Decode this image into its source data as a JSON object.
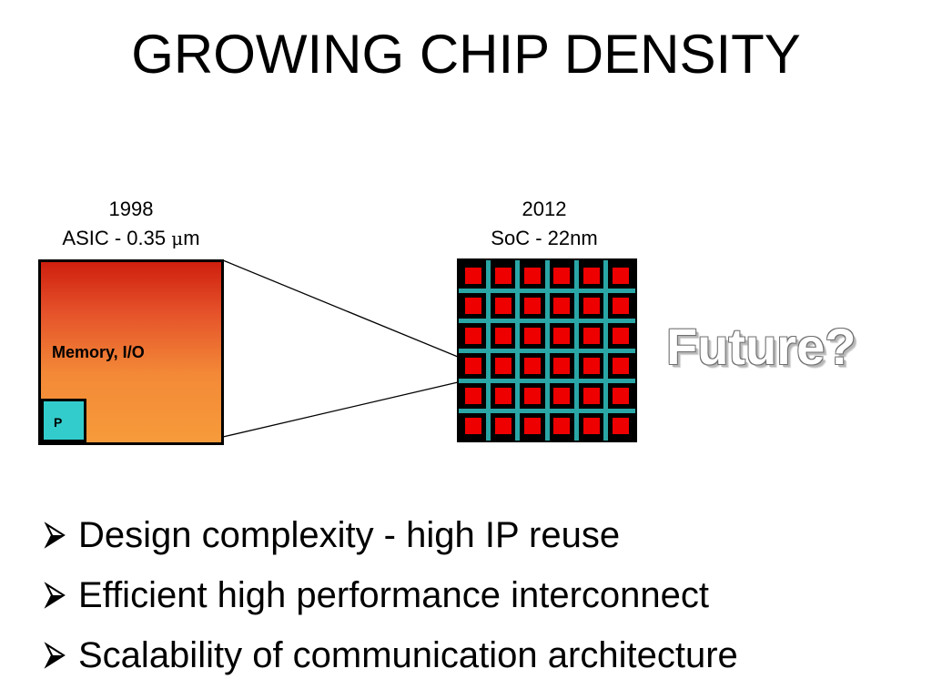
{
  "title": "GROWING CHIP DENSITY",
  "chips": {
    "asic": {
      "year": "1998",
      "process_prefix": "ASIC - 0.35 ",
      "process_unit_symbol": "μ",
      "process_unit_suffix": "m",
      "region_label": "Memory, I/O",
      "processor_label": "P",
      "gradient_top_color": "#cf1f0e",
      "gradient_bottom_color": "#f79b3b",
      "processor_color": "#33cccc"
    },
    "soc": {
      "year": "2012",
      "process": "SoC - 22nm",
      "core_grid": {
        "rows": 6,
        "cols": 6
      },
      "core_color": "#ee0000",
      "bus_color": "#2aa6a6",
      "background_color": "#000000"
    }
  },
  "future_label": "Future?",
  "bullets": [
    {
      "text": "Design complexity - high IP reuse",
      "icon": "arrow-bullet-icon"
    },
    {
      "text": "Efficient high performance interconnect",
      "icon": "arrow-bullet-icon"
    },
    {
      "text": "Scalability of communication architecture",
      "icon": "arrow-bullet-icon"
    }
  ]
}
